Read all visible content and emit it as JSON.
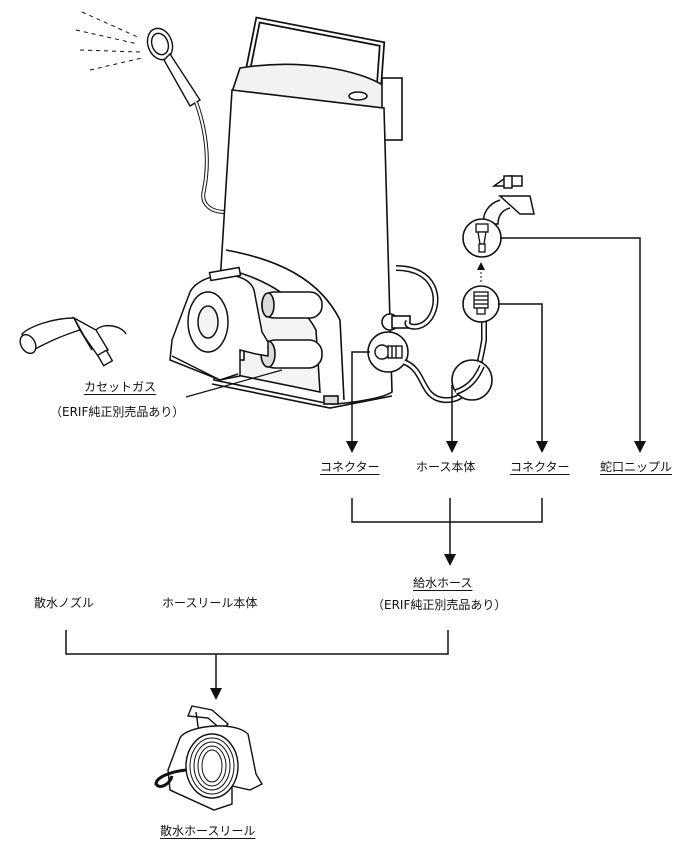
{
  "heater_labels": {
    "cassette_gas": "カセットガス",
    "cassette_gas_note": "（ERIF純正別売品あり）"
  },
  "component_labels": {
    "connector_left": "コネクター",
    "hose_body": "ホース本体",
    "connector_right": "コネクター",
    "faucet_nipple": "蛇口ニップル"
  },
  "supply_hose": {
    "label": "給水ホース",
    "note": "（ERIF純正別売品あり）"
  },
  "reel_parts": {
    "nozzle": "散水ノズル",
    "reel_body": "ホースリール本体"
  },
  "result": {
    "label": "散水ホースリール"
  },
  "colors": {
    "line": "#111111",
    "fill_light": "#f4f4f4",
    "fill_mid": "#dcdcdc"
  }
}
